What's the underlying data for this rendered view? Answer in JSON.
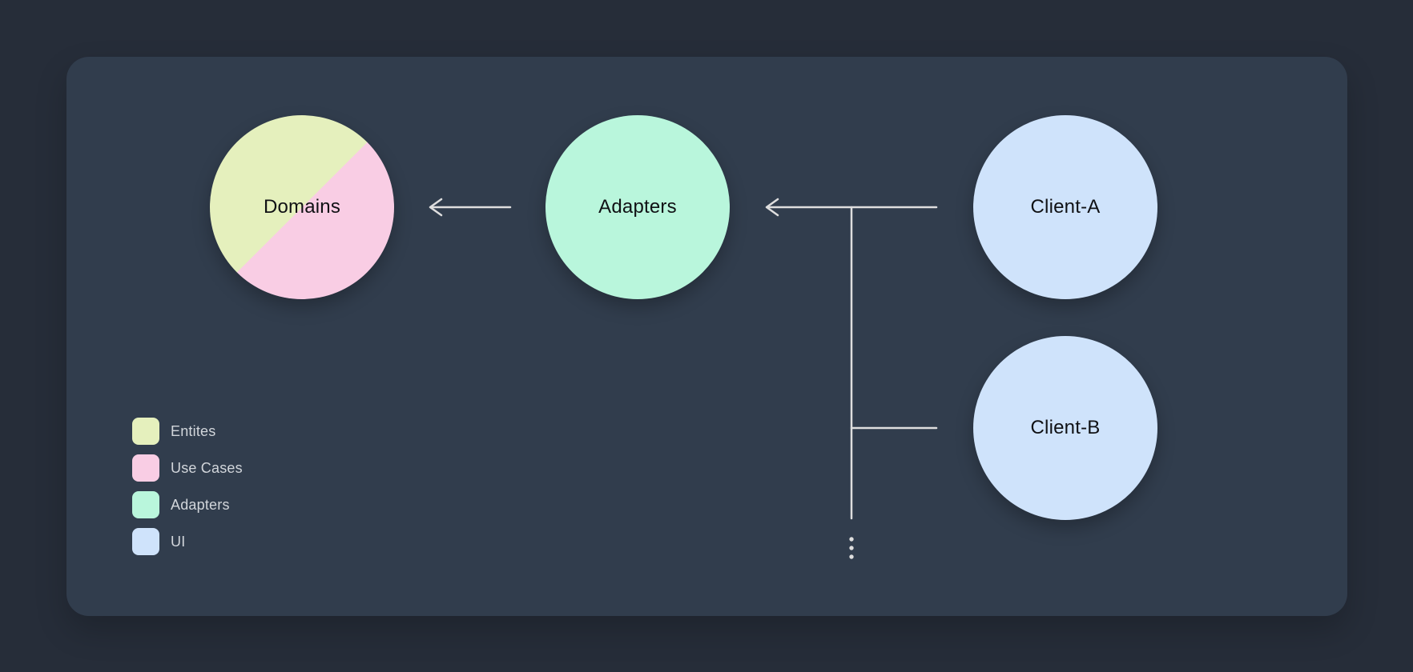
{
  "diagram": {
    "nodes": [
      {
        "id": "domains",
        "label": "Domains",
        "type": "split-circle",
        "colors": [
          "#E5F0BD",
          "#F9CDE4"
        ]
      },
      {
        "id": "adapters",
        "label": "Adapters",
        "type": "circle",
        "color": "#B9F6DC"
      },
      {
        "id": "client-a",
        "label": "Client-A",
        "type": "circle",
        "color": "#CFE3FB"
      },
      {
        "id": "client-b",
        "label": "Client-B",
        "type": "circle",
        "color": "#CFE3FB"
      }
    ],
    "connectors": [
      {
        "from": "adapters",
        "to": "domains",
        "style": "arrow-left"
      },
      {
        "from": "client-a",
        "to": "adapters",
        "style": "arrow-left"
      },
      {
        "from": "client-b",
        "to": "client-a-trunk",
        "style": "branch"
      },
      {
        "trunk": "vertical-continuation",
        "ends_with": "ellipsis"
      }
    ],
    "ellipsis_icon": "vertical-ellipsis"
  },
  "legend": {
    "items": [
      {
        "label": "Entites",
        "color": "#E5F0BD"
      },
      {
        "label": "Use Cases",
        "color": "#F9CDE4"
      },
      {
        "label": "Adapters",
        "color": "#B9F6DC"
      },
      {
        "label": "UI",
        "color": "#CFE3FB"
      }
    ]
  },
  "colors": {
    "background": "#262D39",
    "panel": "#313D4D",
    "line": "#DEDEDE",
    "node_text": "#101114",
    "legend_text": "#D2D6DB"
  }
}
